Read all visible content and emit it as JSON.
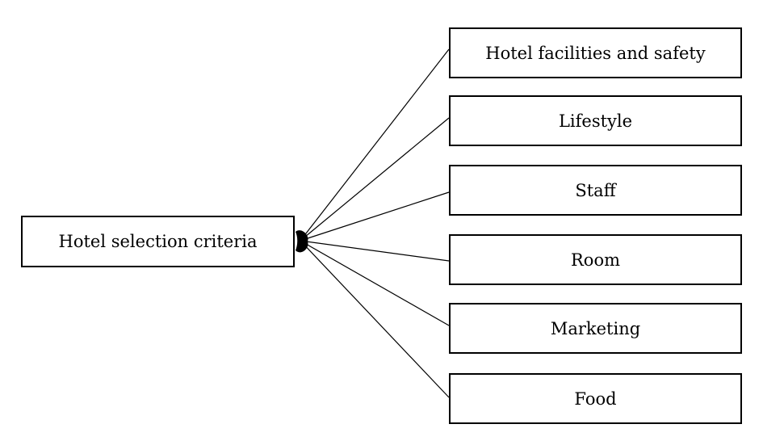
{
  "root": {
    "label": "Hotel selection criteria"
  },
  "children": [
    {
      "label": "Hotel facilities and safety"
    },
    {
      "label": "Lifestyle"
    },
    {
      "label": "Staff"
    },
    {
      "label": "Room"
    },
    {
      "label": "Marketing"
    },
    {
      "label": "Food"
    }
  ],
  "colors": {
    "stroke": "#000000",
    "background": "#ffffff"
  },
  "connector": {
    "arrowhead": "filled"
  }
}
